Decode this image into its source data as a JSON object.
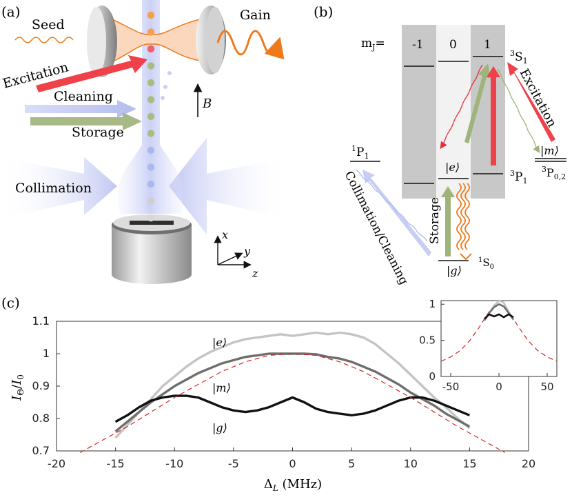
{
  "panel_labels": {
    "a": "(a)",
    "b": "(b)",
    "c": "(c)"
  },
  "panel_a": {
    "seed": "Seed",
    "gain": "Gain",
    "excitation": "Excitation",
    "cleaning": "Cleaning",
    "storage": "Storage",
    "collimation": "Collimation",
    "b_field": "B",
    "axes": {
      "x": "x",
      "y": "y",
      "z": "z"
    },
    "atom_colors": [
      "#f5a04a",
      "#f5a04a",
      "#f0606a",
      "#a9bd80",
      "#a9bd80",
      "#a9bd80",
      "#a9bd80",
      "#a9bd80",
      "#a9b8ee",
      "#a9b8ee",
      "#a9b8ee",
      "#cfcfcf",
      "#d8d8d8"
    ]
  },
  "panel_b": {
    "mj_label": "m",
    "mj_sub": "J",
    "mj_eq": "=",
    "mj_values": [
      "-1",
      "0",
      "1"
    ],
    "levels": {
      "3S1_sup": "3",
      "3S1_main": "S",
      "3S1_sub": "1",
      "1P1_sup": "1",
      "1P1_main": "P",
      "1P1_sub": "1",
      "3P1_sup": "3",
      "3P1_main": "P",
      "3P1_sub": "1",
      "3P02_sup": "3",
      "3P02_main": "P",
      "3P02_sub": "0,2",
      "1S0_sup": "1",
      "1S0_main": "S",
      "1S0_sub": "0"
    },
    "kets": {
      "e": "|e⟩",
      "g": "|g⟩",
      "m": "|m⟩"
    },
    "excitation": "Excitation",
    "storage": "Storage",
    "collimation_cleaning": "Collimation/Cleaning"
  },
  "colors": {
    "gain_orange": "#f07a1a",
    "excitation_red": "#f0404a",
    "storage_green": "#9fb47a",
    "cleaning_blue": "#c7cdf5",
    "model_red": "#d62020",
    "data_g": "#111111",
    "data_m": "#6e6e6e",
    "data_e": "#c4c4c4"
  },
  "chart_data": [
    {
      "type": "line",
      "xlabel": "Δ_L (MHz)",
      "ylabel": "I_Θ / I_0",
      "xlim": [
        -20,
        20
      ],
      "ylim": [
        0.7,
        1.1
      ],
      "xticks": [
        -20,
        -15,
        -10,
        -5,
        0,
        5,
        10,
        15,
        20
      ],
      "yticks": [
        0.7,
        0.8,
        0.9,
        1,
        1.1
      ],
      "x_tick_labels": [
        "-20",
        "-15",
        "-10",
        "-5",
        "0",
        "5",
        "10",
        "15",
        "20"
      ],
      "y_tick_labels": [
        "0.7",
        "0.8",
        "0.9",
        "1",
        "1.1"
      ],
      "series": [
        {
          "name": "|e⟩",
          "x": [
            -15,
            -14,
            -13,
            -12,
            -11,
            -10,
            -9,
            -8,
            -7,
            -6,
            -5,
            -4,
            -3,
            -2,
            -1,
            0,
            1,
            2,
            3,
            4,
            5,
            6,
            7,
            8,
            9,
            10,
            11,
            12,
            13,
            14,
            15
          ],
          "y": [
            0.74,
            0.78,
            0.82,
            0.86,
            0.9,
            0.93,
            0.96,
            0.985,
            1.005,
            1.02,
            1.035,
            1.045,
            1.05,
            1.055,
            1.06,
            1.055,
            1.06,
            1.065,
            1.06,
            1.065,
            1.06,
            1.05,
            1.03,
            1.0,
            0.97,
            0.935,
            0.9,
            0.865,
            0.835,
            0.8,
            0.77
          ]
        },
        {
          "name": "|m⟩",
          "x": [
            -15,
            -14,
            -13,
            -12,
            -11,
            -10,
            -9,
            -8,
            -7,
            -6,
            -5,
            -4,
            -3,
            -2,
            -1,
            0,
            1,
            2,
            3,
            4,
            5,
            6,
            7,
            8,
            9,
            10,
            11,
            12,
            13,
            14,
            15
          ],
          "y": [
            0.76,
            0.79,
            0.82,
            0.85,
            0.875,
            0.9,
            0.92,
            0.94,
            0.955,
            0.97,
            0.98,
            0.99,
            0.995,
            1.0,
            1.0,
            1.0,
            1.0,
            0.998,
            0.99,
            0.985,
            0.975,
            0.96,
            0.945,
            0.925,
            0.905,
            0.88,
            0.86,
            0.84,
            0.815,
            0.795,
            0.775
          ]
        },
        {
          "name": "|g⟩",
          "x": [
            -15,
            -14,
            -13,
            -12,
            -11,
            -10,
            -9,
            -8,
            -7,
            -6,
            -5,
            -4,
            -3,
            -2,
            -1,
            0,
            1,
            2,
            3,
            4,
            5,
            6,
            7,
            8,
            9,
            10,
            11,
            12,
            13,
            14,
            15
          ],
          "y": [
            0.79,
            0.81,
            0.835,
            0.855,
            0.865,
            0.87,
            0.87,
            0.865,
            0.85,
            0.835,
            0.825,
            0.82,
            0.825,
            0.835,
            0.85,
            0.865,
            0.85,
            0.83,
            0.82,
            0.815,
            0.81,
            0.815,
            0.825,
            0.84,
            0.855,
            0.865,
            0.865,
            0.855,
            0.84,
            0.825,
            0.81
          ]
        },
        {
          "name": "",
          "style": "dashed",
          "x": [
            -18,
            -16,
            -14,
            -12,
            -10,
            -8,
            -6,
            -4,
            -2,
            0,
            2,
            4,
            6,
            8,
            10,
            12,
            14,
            16,
            18
          ],
          "y": [
            0.695,
            0.735,
            0.775,
            0.82,
            0.865,
            0.905,
            0.945,
            0.975,
            0.995,
            1.0,
            0.995,
            0.975,
            0.945,
            0.905,
            0.865,
            0.82,
            0.775,
            0.735,
            0.695
          ]
        }
      ],
      "annotations": [
        "|e⟩",
        "|m⟩",
        "|g⟩"
      ]
    },
    {
      "type": "line",
      "inset": true,
      "xlim": [
        -60,
        60
      ],
      "ylim": [
        0,
        1.05
      ],
      "xticks": [
        -50,
        0,
        50
      ],
      "yticks": [
        0,
        0.5,
        1
      ],
      "x_tick_labels": [
        "-50",
        "0",
        "50"
      ],
      "y_tick_labels": [
        "0",
        "0.5",
        "1"
      ],
      "series": [
        {
          "name": "",
          "style": "dashed",
          "x": [
            -60,
            -50,
            -40,
            -30,
            -20,
            -15,
            -10,
            -5,
            0,
            5,
            10,
            15,
            20,
            30,
            40,
            50,
            60
          ],
          "y": [
            0.21,
            0.27,
            0.36,
            0.5,
            0.69,
            0.8,
            0.9,
            0.97,
            1.0,
            0.97,
            0.9,
            0.8,
            0.69,
            0.5,
            0.36,
            0.27,
            0.21
          ]
        },
        {
          "name": "",
          "x": [
            -15,
            -10,
            -5,
            0,
            5,
            10,
            15
          ],
          "y": [
            0.77,
            0.88,
            0.98,
            1.05,
            1.02,
            0.9,
            0.78
          ]
        },
        {
          "name": "",
          "x": [
            -15,
            -10,
            -5,
            0,
            5,
            10,
            15
          ],
          "y": [
            0.78,
            0.88,
            0.96,
            1.0,
            0.97,
            0.88,
            0.79
          ]
        },
        {
          "name": "",
          "x": [
            -15,
            -10,
            -5,
            0,
            5,
            10,
            15
          ],
          "y": [
            0.8,
            0.86,
            0.83,
            0.86,
            0.82,
            0.86,
            0.82
          ]
        }
      ]
    }
  ]
}
